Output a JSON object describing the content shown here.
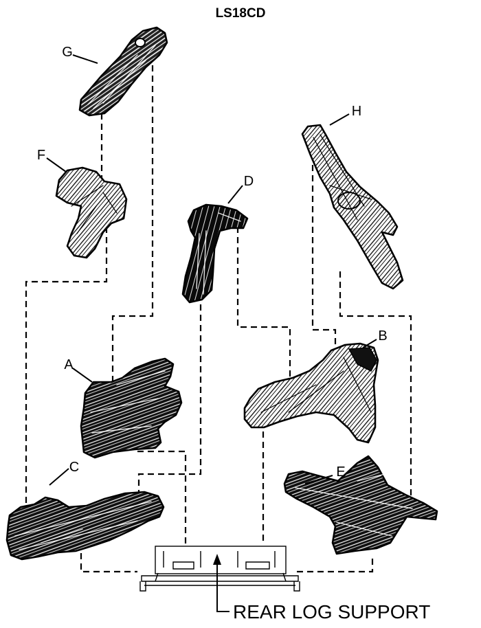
{
  "title": "LS18CD",
  "labels": {
    "a": "A",
    "b": "B",
    "c": "C",
    "d": "D",
    "e": "E",
    "f": "F",
    "g": "G",
    "h": "H"
  },
  "caption": "REAR LOG SUPPORT"
}
